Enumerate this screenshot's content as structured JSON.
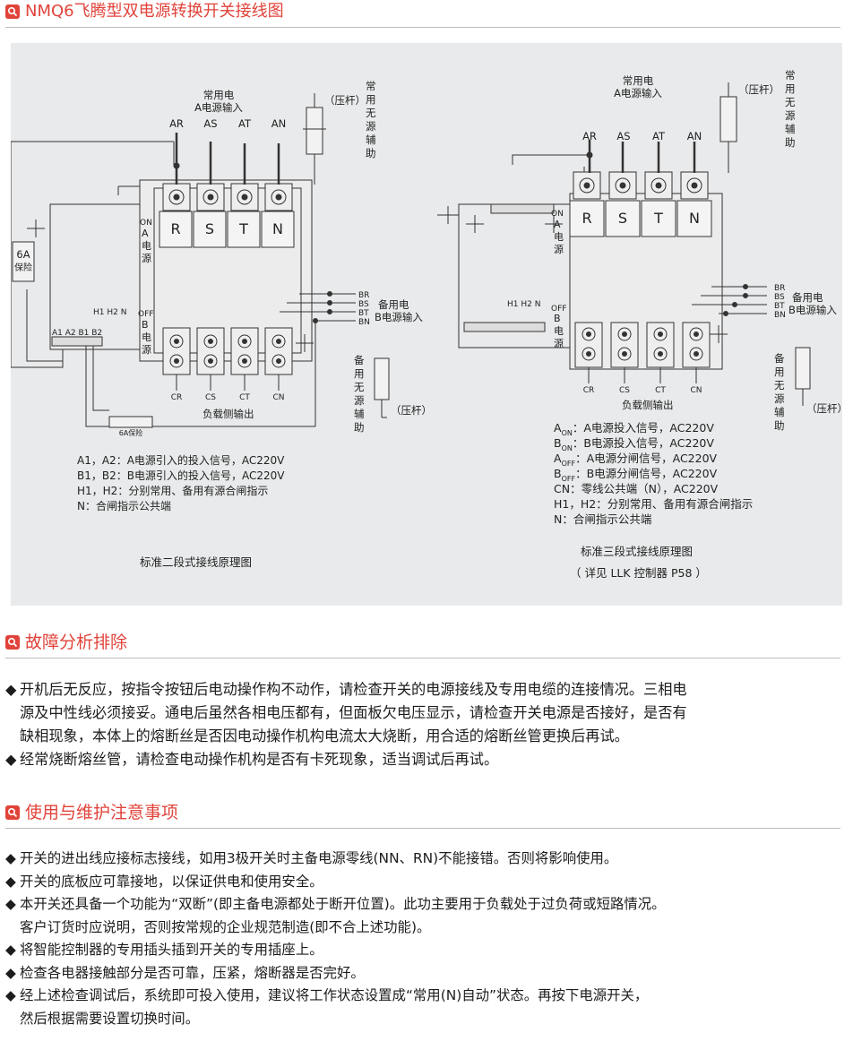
{
  "header": {
    "title": "NMQ6飞腾型双电源转换开关接线图"
  },
  "diagram": {
    "left": {
      "source_a": "常用电",
      "source_a2": "A电源输入",
      "phases_in": [
        "AR",
        "AS",
        "AT",
        "AN"
      ],
      "phases_main": [
        "R",
        "S",
        "T",
        "N"
      ],
      "phases_out": [
        "CR",
        "CS",
        "CT",
        "CN"
      ],
      "lever_a": "（压杆）",
      "aux_a": "常用无源辅助",
      "on_tag": "ON",
      "a_source_label": "A电源",
      "off_tag": "OFF",
      "b_source_label": "B电源",
      "fuse_a": "6A",
      "fuse_b": "保险",
      "fuse_bottom": "6A保险",
      "b_terms": [
        "BR",
        "BS",
        "BT",
        "BN"
      ],
      "b_input": "备用电",
      "b_input2": "B电源输入",
      "h_labels": "H1 H2 N",
      "terminal_labels": "A1 A2 B1 B2",
      "load": "负载侧输出",
      "aux_b": "备用无源辅助",
      "lever_b": "（压杆）",
      "notes": [
        "A1，A2：A电源引入的投入信号，AC220V",
        "B1，B2：B电源引入的投入信号，AC220V",
        "H1，H2：分别常用、备用有源合闸指示",
        "N：合闸指示公共端"
      ],
      "caption": "标准二段式接线原理图"
    },
    "right": {
      "source_a": "常用电",
      "source_a2": "A电源输入",
      "lever_a": "（压杆）",
      "aux_a": "常用无源辅助",
      "b_input": "备用电",
      "b_input2": "B电源输入",
      "aux_b": "备用无源辅助",
      "lever_b": "（压杆）",
      "load": "负载侧输出",
      "notes": [
        {
          "base": "A",
          "sub": "ON",
          "text": "：A电源投入信号，AC220V"
        },
        {
          "base": "B",
          "sub": "ON",
          "text": "：B电源投入信号，AC220V"
        },
        {
          "base": "A",
          "sub": "OFF",
          "text": "：A电源分闸信号，AC220V"
        },
        {
          "base": "B",
          "sub": "OFF",
          "text": "：B电源分闸信号，AC220V"
        },
        {
          "base": "CN",
          "sub": "",
          "text": "：零线公共端（N），AC220V"
        },
        {
          "base": "H1，H2",
          "sub": "",
          "text": "：分别常用、备用有源合闸指示"
        },
        {
          "base": "N",
          "sub": "",
          "text": "：合闸指示公共端"
        }
      ],
      "caption": "标准三段式接线原理图",
      "caption2": "（ 详见 LLK 控制器 P58 ）"
    }
  },
  "troubleshooting": {
    "title": "故障分析排除",
    "bullet": "◆",
    "lines": [
      "开机后无反应，按指令按钮后电动操作构不动作，请检查开关的电源接线及专用电缆的连接情况。三相电",
      "源及中性线必须接妥。通电后虽然各相电压都有，但面板欠电压显示，请检查开关电源是否接好，是否有",
      "缺相现象，本体上的熔断丝是否因电动操作机构电流太大烧断，用合适的熔断丝管更换后再试。",
      "经常烧断熔丝管，请检查电动操作机构是否有卡死现象，适当调试后再试。"
    ]
  },
  "maintenance": {
    "title": "使用与维护注意事项",
    "bullet": "◆",
    "lines": [
      "开关的进出线应接标志接线，如用3极开关时主备电源零线(NN、RN)不能接错。否则将影响使用。",
      "开关的底板应可靠接地，以保证供电和使用安全。",
      "本开关还具备一个功能为“双断”(即主备电源都处于断开位置)。此功主要用于负载处于过负荷或短路情况。",
      "客户订货时应说明，否则按常规的企业规范制造(即不合上述功能)。",
      "将智能控制器的专用插头插到开关的专用插座上。",
      "检查各电器接触部分是否可靠，压紧，熔断器是否完好。",
      "经上述检查调试后，系统即可投入使用，建议将工作状态设置成“常用(N)自动”状态。再按下电源开关，",
      "然后根据需要设置切换时间。"
    ]
  }
}
